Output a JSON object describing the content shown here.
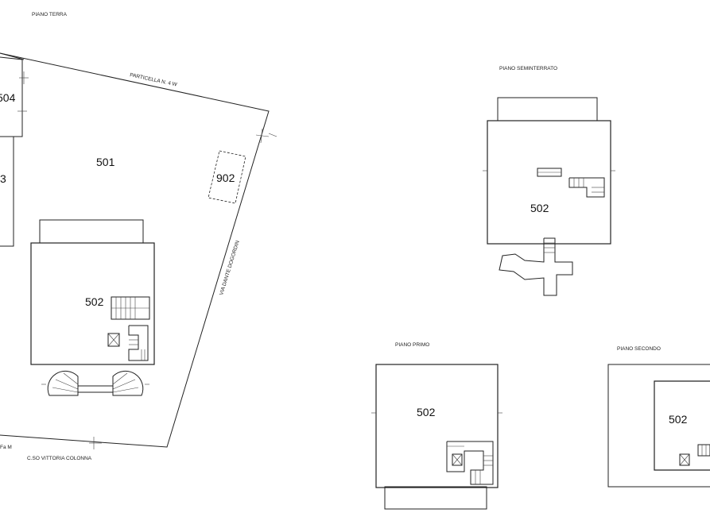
{
  "floor_labels": {
    "ground": "PIANO TERRA",
    "basement": "PIANO SEMINTERRATO",
    "first": "PIANO PRIMO",
    "second": "PIANO SECONDO"
  },
  "parcels": {
    "p504": "504",
    "p503": "3",
    "p501": "501",
    "p902": "902",
    "p502_ground": "502",
    "p502_basement": "502",
    "p502_first": "502",
    "p502_second": "502"
  },
  "annotations": {
    "particella": "PARTICELLA N. 4 W",
    "via_side": "VIA DANTE DOGORDIN",
    "corso": "C.SO VITTORIA COLONNA",
    "left_edge": "Fa M"
  }
}
